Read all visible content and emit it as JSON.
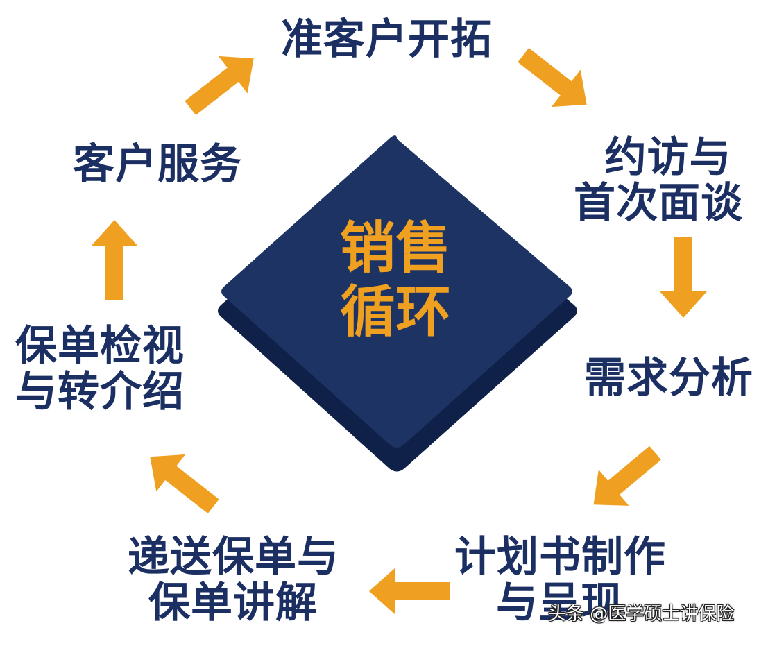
{
  "center": {
    "line1": "销售",
    "line2": "循环"
  },
  "steps": [
    {
      "lines": [
        "准客户开拓"
      ]
    },
    {
      "lines": [
        "约访与",
        "首次面谈"
      ]
    },
    {
      "lines": [
        "需求分析"
      ]
    },
    {
      "lines": [
        "计划书制作",
        "与呈现"
      ]
    },
    {
      "lines": [
        "递送保单与",
        "保单讲解"
      ]
    },
    {
      "lines": [
        "保单检视",
        "与转介绍"
      ]
    },
    {
      "lines": [
        "客户服务"
      ]
    }
  ],
  "watermark": "头条 @医学硕士讲保险",
  "colors": {
    "navy": "#1b2f63",
    "arrow": "#f0a020",
    "diamond": "#1c3363"
  }
}
